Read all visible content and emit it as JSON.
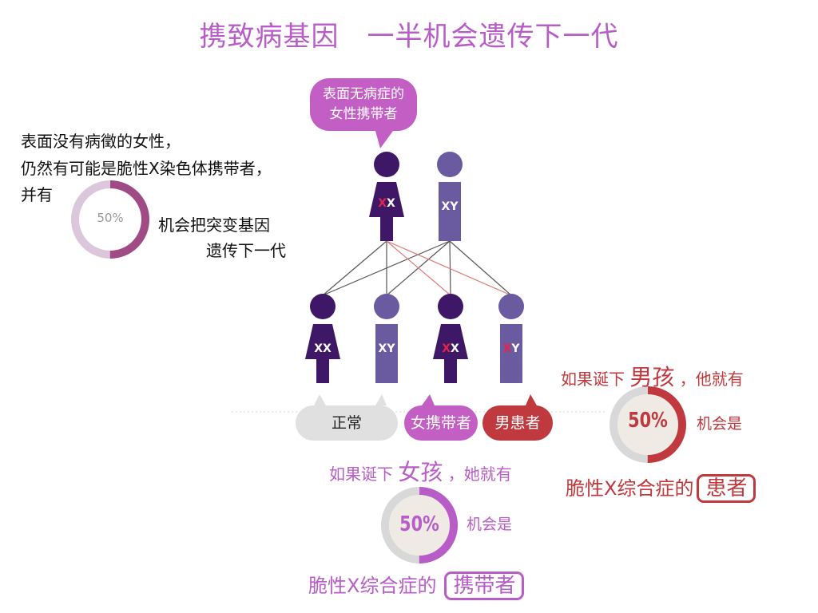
{
  "title": "携致病基因　一半机会遗传下一代",
  "carrier_bubble": {
    "line1": "表面无病症的",
    "line2": "女性携带者"
  },
  "intro": {
    "line1": "表面没有病徵的女性，",
    "line2": "仍然有可能是脆性X染色体携带者，",
    "line3": "并有",
    "line4": "机会把突变基因",
    "line5": "遗传下一代",
    "ring_value": "50%",
    "ring_fraction": 0.5,
    "ring_color": "#a04a86",
    "ring_track_color": "#dcc6dc"
  },
  "parents": {
    "mother": {
      "chrom_a": "X",
      "chrom_b": "X",
      "a_mutated": true
    },
    "father": {
      "chrom_a": "X",
      "chrom_b": "Y",
      "a_mutated": false
    }
  },
  "children": [
    {
      "sex": "female",
      "chrom_a": "X",
      "chrom_b": "X",
      "a_mutated": false,
      "label": "正常"
    },
    {
      "sex": "male",
      "chrom_a": "X",
      "chrom_b": "Y",
      "a_mutated": false,
      "label": "正常"
    },
    {
      "sex": "female",
      "chrom_a": "X",
      "chrom_b": "X",
      "a_mutated": true,
      "label": "女携带者"
    },
    {
      "sex": "male",
      "chrom_a": "X",
      "chrom_b": "Y",
      "a_mutated": true,
      "label": "男患者"
    }
  ],
  "labels": {
    "normal": "正常",
    "female_carrier": "女携带者",
    "male_patient": "男患者"
  },
  "boy": {
    "prefix": "如果诞下",
    "word": "男孩",
    "suffix": "，他就有",
    "ring_value": "50%",
    "ring_fraction": 0.5,
    "chance": "机会是",
    "condition": "脆性X综合症的",
    "outcome": "患者",
    "color": "#c0393e"
  },
  "girl": {
    "prefix": "如果诞下",
    "word": "女孩",
    "suffix": "，她就有",
    "ring_value": "50%",
    "ring_fraction": 0.5,
    "chance": "机会是",
    "condition": "脆性X综合症的",
    "outcome": "携带者",
    "color": "#b85cc7"
  },
  "colors": {
    "female_figure": "#3e1867",
    "male_figure": "#6a5aa0",
    "mutated_chrom": "#e8234a",
    "normal_link": "#555555",
    "mutated_link": "#e07a76",
    "ring_track": "#d8d8d8",
    "ring_fill": "#efebe4"
  }
}
